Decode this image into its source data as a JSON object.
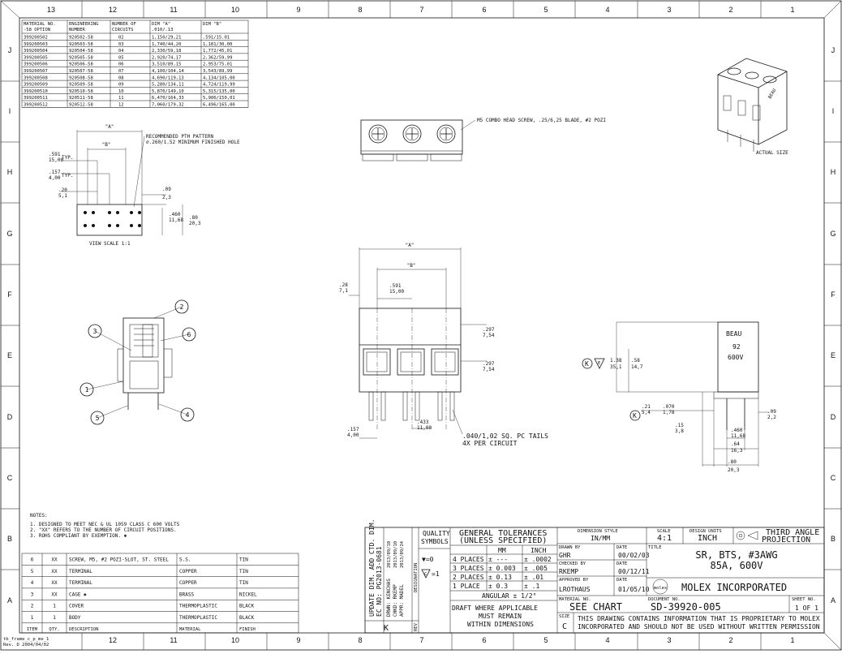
{
  "columns_top": [
    "13",
    "12",
    "11",
    "10",
    "9",
    "8",
    "7",
    "6",
    "5",
    "4",
    "3",
    "2",
    "1"
  ],
  "columns_bottom": [
    "12",
    "11",
    "10",
    "9",
    "8",
    "7",
    "6",
    "5",
    "4",
    "3",
    "2",
    "1"
  ],
  "rows_left": [
    "J",
    "I",
    "H",
    "G",
    "F",
    "E",
    "D",
    "C",
    "B",
    "A"
  ],
  "rows_right": [
    "J",
    "I",
    "H",
    "G",
    "F",
    "E",
    "D",
    "C",
    "B",
    "A"
  ],
  "parts_table": {
    "headers": [
      [
        "MATERIAL NO.",
        "-58 OPTION"
      ],
      [
        "ENGINEERING",
        "NUMBER"
      ],
      [
        "NUMBER OF",
        "CIRCUITS"
      ],
      [
        "DIM \"A\"",
        ".010/.13"
      ],
      [
        "DIM \"B\"",
        ""
      ]
    ],
    "rows": [
      [
        "399200502",
        "920502-58",
        "02",
        "1,150/29,21",
        ".591/15.01"
      ],
      [
        "399200503",
        "920503-58",
        "03",
        "1,740/44,20",
        "1,181/30,00"
      ],
      [
        "399200504",
        "920504-58",
        "04",
        "2,330/59,18",
        "1,772/45,01"
      ],
      [
        "399200505",
        "920505-58",
        "05",
        "2,920/74,17",
        "2,362/59,99"
      ],
      [
        "399200506",
        "920506-58",
        "06",
        "3,510/89,15",
        "2,953/75,01"
      ],
      [
        "399200507",
        "920507-58",
        "07",
        "4,100/104,14",
        "3,543/89,99"
      ],
      [
        "399200508",
        "920508-58",
        "08",
        "4,690/119,13",
        "4,134/105,00"
      ],
      [
        "399200509",
        "920509-58",
        "09",
        "5,280/134,11",
        "4,724/119,99"
      ],
      [
        "399200510",
        "920510-58",
        "10",
        "5,870/149,10",
        "5,315/135,00"
      ],
      [
        "399200511",
        "920511-58",
        "11",
        "6,470/164,33",
        "5,906/150,01"
      ],
      [
        "399200512",
        "920512-58",
        "12",
        "7,060/179,32",
        "6,496/165,00"
      ]
    ]
  },
  "pcb_view": {
    "dim_a": "\"A\"",
    "dim_b": "\"B\"",
    "note": [
      "RECOMMENDED PTH PATTERN",
      "⌀.260/1.52 MINIMUM FINISHED HOLE"
    ],
    "d1": [
      ".591",
      "15,00"
    ],
    "d2": [
      ".157",
      "4,00"
    ],
    "d3": [
      ".20",
      "5,1"
    ],
    "d4": [
      ".09",
      "2,3"
    ],
    "d5": [
      ".460",
      "11,68"
    ],
    "d6": [
      ".80",
      "20,3"
    ],
    "typ": "TYP.",
    "scale": "VIEW SCALE 1:1"
  },
  "top_view": {
    "callout": "M5 COMBO HEAD SCREW, .25/6,25 BLADE, #2 POZI"
  },
  "iso_view": {
    "caption": "ACTUAL SIZE"
  },
  "front_view": {
    "dim_a": "\"A\"",
    "dim_b": "\"B\"",
    "d1": [
      ".28",
      "7,1"
    ],
    "d2": [
      ".591",
      "15,00"
    ],
    "d3": [
      ".297",
      "7,54"
    ],
    "d4": [
      ".297",
      "7,54"
    ],
    "d5": [
      ".157",
      "4,00"
    ],
    "d6": [
      ".433",
      "11,00"
    ],
    "tail_note": [
      ".040/1,02 SQ. PC TAILS",
      "4X PER CIRCUIT"
    ]
  },
  "side_view": {
    "balloons": [
      "1",
      "2",
      "3",
      "4",
      "5",
      "6"
    ]
  },
  "right_view": {
    "marking": [
      "BEAU",
      "92",
      "600V"
    ],
    "k_label": "K",
    "e_label": "E",
    "d1": [
      "1.38",
      "35,1"
    ],
    "d2": [
      ".58",
      "14,7"
    ],
    "d3": [
      ".21",
      "5,4"
    ],
    "d4": [
      ".070",
      "1,78"
    ],
    "d5": [
      ".15",
      "3,8"
    ],
    "d6": [
      ".09",
      "2,2"
    ],
    "d7": [
      ".460",
      "11,68"
    ],
    "d8": [
      ".64",
      "16,3"
    ],
    "d9": [
      ".80",
      "20,3"
    ]
  },
  "notes": {
    "title": "NOTES:",
    "lines": [
      "1. DESIGNED TO MEET NEC & UL 1059 CLASS C 600 VOLTS",
      "2. \"XX\" REFERS TO THE NUMBER OF CIRCUIT POSITIONS.",
      "3. ROHS COMPLIANT BY EXEMPTION. ✱"
    ]
  },
  "bom": {
    "headers": [
      "ITEM",
      "QTY.",
      "DESCRIPTION",
      "MATERIAL",
      "FINISH"
    ],
    "rows": [
      [
        "6",
        "XX",
        "SCREW, M5, #2 POZI-SLOT, ST. STEEL",
        "S.S.",
        "TIN"
      ],
      [
        "5",
        "XX",
        "TERMINAL",
        "COPPER",
        "TIN"
      ],
      [
        "4",
        "XX",
        "TERMINAL",
        "COPPER",
        "TIN"
      ],
      [
        "3",
        "XX",
        "CAGE ✱",
        "BRASS",
        "NICKEL"
      ],
      [
        "2",
        "1",
        "COVER",
        "THERMOPLASTIC",
        "BLACK"
      ],
      [
        "1",
        "1",
        "BODY",
        "THERMOPLASTIC",
        "BLACK"
      ]
    ]
  },
  "revision": {
    "rev_letter": "K",
    "rev_label": "REV",
    "description": [
      "UPDATE DIM. ADD CTD. DIM.",
      "EC NO: PG2013-0681"
    ],
    "drwn": "DRWN: KENCHAS",
    "chkd": "CHKD: RKEMP",
    "appr": "APPR: MADEL",
    "dates": [
      "2013/09/10",
      "2013/09/10",
      "2013/09/24"
    ],
    "designation": "DESIGNATION"
  },
  "quality": {
    "title": [
      "QUALITY",
      "SYMBOLS"
    ],
    "sym1": "▼=0",
    "sym2": "=1"
  },
  "tolerances": {
    "title": [
      "GENERAL TOLERANCES",
      "(UNLESS SPECIFIED)"
    ],
    "col_mm": "MM",
    "col_inch": "INCH",
    "rows": [
      [
        "4 PLACES",
        "± ---",
        "± .0002"
      ],
      [
        "3 PLACES",
        "± 0.003",
        "± .005"
      ],
      [
        "2 PLACES",
        "± 0.13",
        "± .01"
      ],
      [
        "1 PLACE",
        "± 0.3",
        "± .1"
      ]
    ],
    "angular": "ANGULAR ± 1/2°",
    "draft": [
      "DRAFT WHERE APPLICABLE",
      "MUST REMAIN",
      "WITHIN DIMENSIONS"
    ]
  },
  "title_block": {
    "dimension_style_label": "DIMENSION STYLE",
    "dimension_style": "IN/MM",
    "scale_label": "SCALE",
    "scale": "4:1",
    "design_units_label": "DESIGN UNITS",
    "design_units": "INCH",
    "projection": [
      "THIRD ANGLE",
      "PROJECTION"
    ],
    "drawn_by_label": "DRAWN BY",
    "drawn_by": "GHR",
    "drawn_date": "00/02/03",
    "checked_by_label": "CHECKED BY",
    "checked_by": "RKEMP",
    "checked_date": "00/12/11",
    "approved_by_label": "APPROVED BY",
    "approved_by": "LROTHAUS",
    "approved_date": "01/05/10",
    "date_label": "DATE",
    "title_label": "TITLE",
    "title": [
      "SR, BTS, #3AWG",
      "85A, 600V"
    ],
    "company_logo": "molex",
    "company": "MOLEX INCORPORATED",
    "material_label": "MATERIAL NO.",
    "material": "SEE CHART",
    "document_label": "DOCUMENT NO.",
    "document": "SD-39920-005",
    "sheet_label": "SHEET NO.",
    "sheet": "1 OF 1",
    "size_label": "SIZE",
    "size": "C",
    "proprietary": [
      "THIS DRAWING CONTAINS INFORMATION THAT IS PROPRIETARY TO MOLEX",
      "INCORPORATED AND SHOULD NOT BE USED WITHOUT WRITTEN PERMISSION"
    ]
  },
  "frame_info": [
    "tb_frame_c_p_me_1",
    "Rev. D  2004/04/02"
  ]
}
